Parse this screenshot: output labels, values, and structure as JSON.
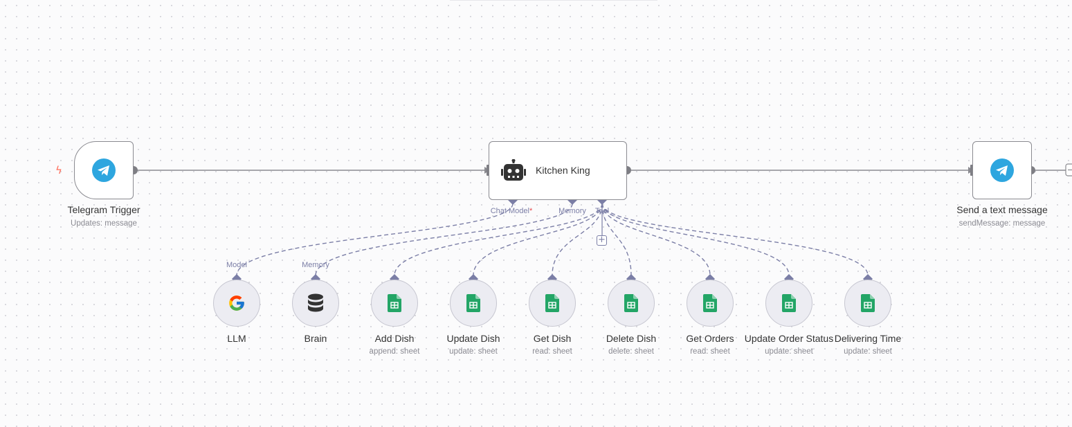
{
  "canvas": {
    "background": "#fbfbfc",
    "wire_color": "#8a8a90",
    "sub_wire_color": "#7b7ea6"
  },
  "nodes": {
    "telegram_trigger": {
      "title": "Telegram Trigger",
      "subtitle": "Updates: message",
      "icon": "telegram-icon"
    },
    "agent": {
      "title": "Kitchen King",
      "icon": "robot-icon",
      "ports": {
        "chat_model": "Chat Model",
        "required_mark": "*",
        "memory": "Memory",
        "tool": "Tool"
      }
    },
    "send_message": {
      "title": "Send a text message",
      "subtitle": "sendMessage: message",
      "icon": "telegram-icon"
    }
  },
  "sub_nodes": [
    {
      "title": "LLM",
      "subtitle": "",
      "port_label": "Model",
      "icon": "google-icon"
    },
    {
      "title": "Brain",
      "subtitle": "",
      "port_label": "Memory",
      "icon": "database-icon"
    },
    {
      "title": "Add Dish",
      "subtitle": "append: sheet",
      "port_label": "",
      "icon": "google-sheets-icon"
    },
    {
      "title": "Update Dish",
      "subtitle": "update: sheet",
      "port_label": "",
      "icon": "google-sheets-icon"
    },
    {
      "title": "Get Dish",
      "subtitle": "read: sheet",
      "port_label": "",
      "icon": "google-sheets-icon"
    },
    {
      "title": "Delete Dish",
      "subtitle": "delete: sheet",
      "port_label": "",
      "icon": "google-sheets-icon"
    },
    {
      "title": "Get Orders",
      "subtitle": "read: sheet",
      "port_label": "",
      "icon": "google-sheets-icon"
    },
    {
      "title": "Update Order Status",
      "subtitle": "update: sheet",
      "port_label": "",
      "icon": "google-sheets-icon"
    },
    {
      "title": "Delivering Time",
      "subtitle": "update: sheet",
      "port_label": "",
      "icon": "google-sheets-icon"
    }
  ]
}
